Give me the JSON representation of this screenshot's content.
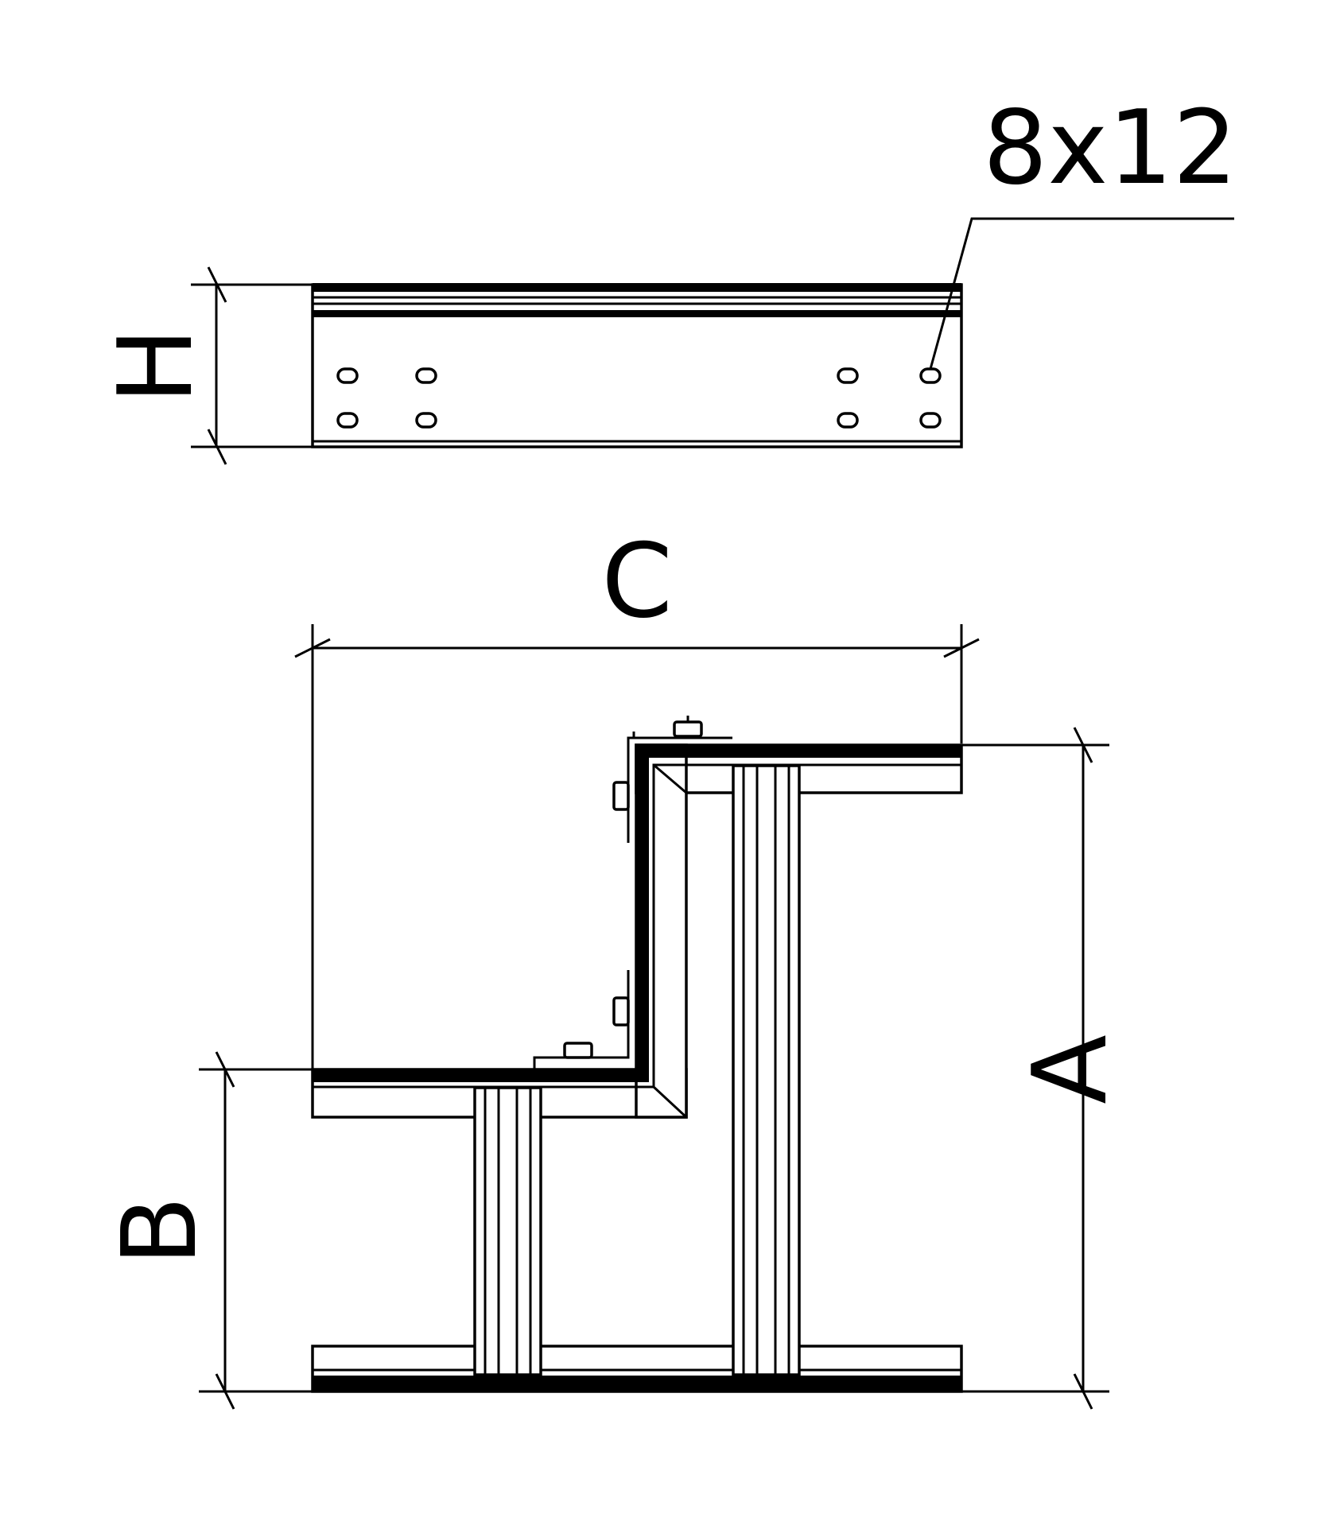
{
  "labels": {
    "slot_size": "8x12",
    "height": "H",
    "width_c": "C",
    "length_a": "A",
    "length_b": "B"
  },
  "colors": {
    "line": "#000000",
    "background": "#ffffff"
  }
}
